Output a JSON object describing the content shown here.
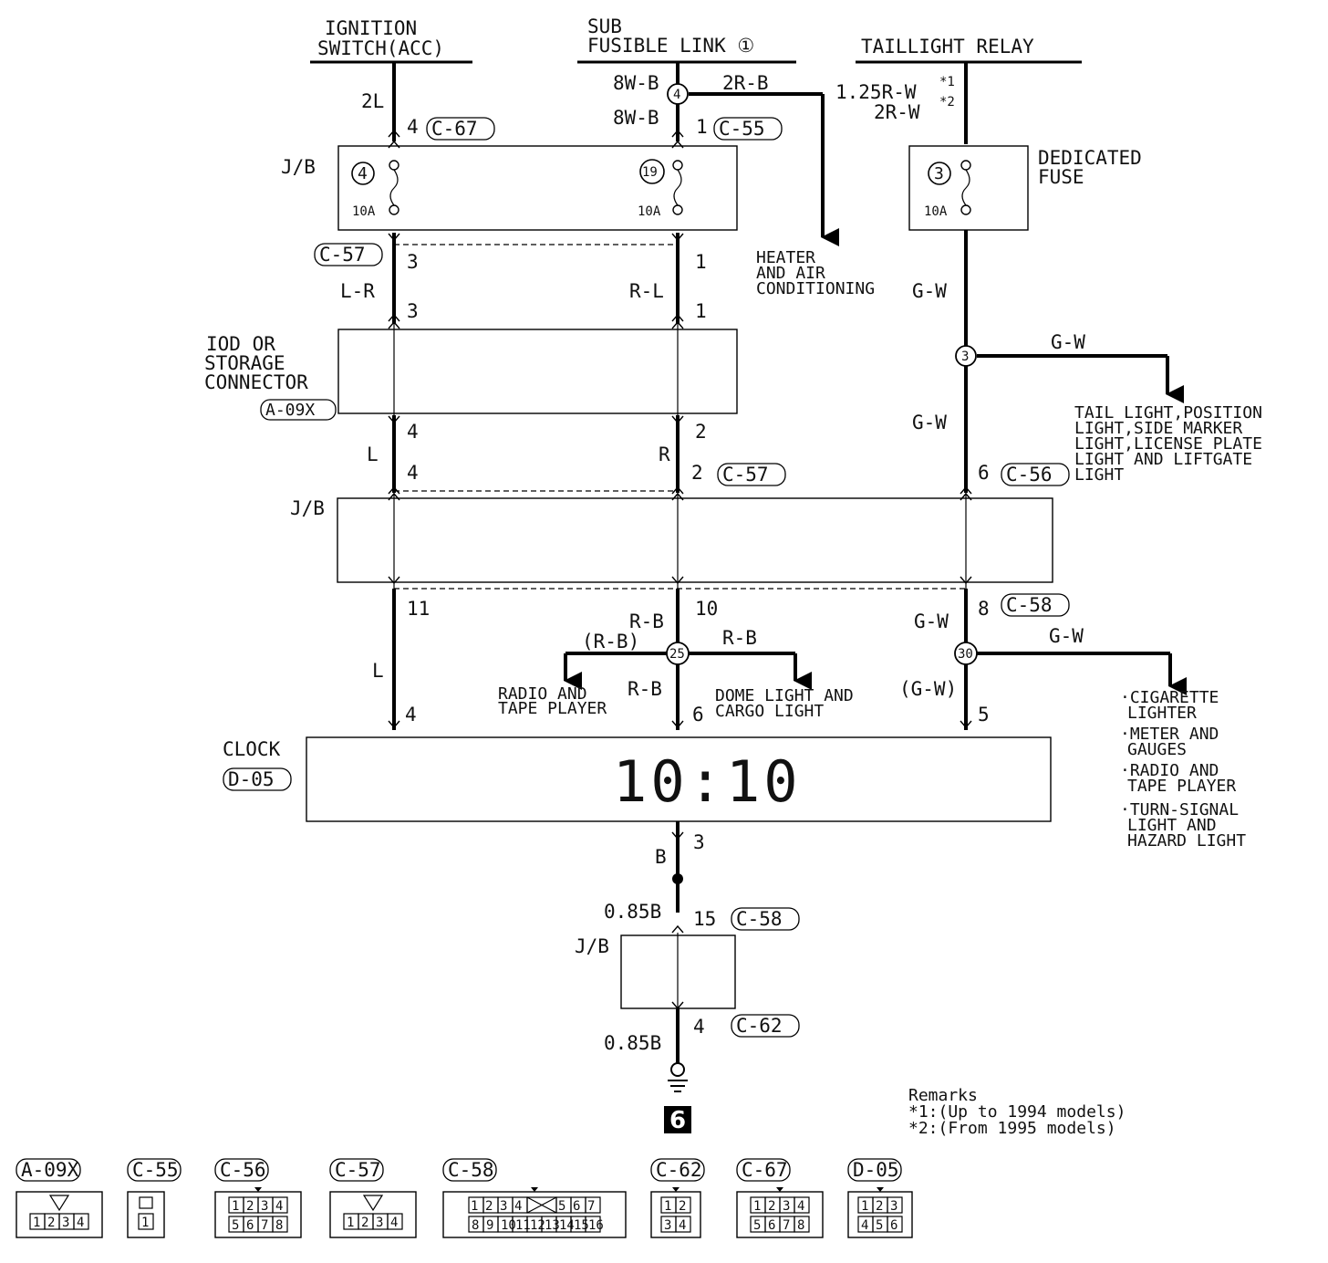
{
  "sources": {
    "ignition": [
      "IGNITION",
      "SWITCH(ACC)"
    ],
    "sub_fusible": [
      "SUB",
      "FUSIBLE LINK ①"
    ],
    "taillight": "TAILLIGHT RELAY"
  },
  "wires": {
    "w_2L": "2L",
    "w_8WB_top": "8W-B",
    "w_2RB": "2R-B",
    "w_8WB_bot": "8W-B",
    "w_125RW": "1.25R-W",
    "w_2RW": "2R-W",
    "star1": "*1",
    "star2": "*2",
    "w_LR": "L-R",
    "w_RL": "R-L",
    "w_GW1": "G-W",
    "w_GW2": "G-W",
    "w_GW_branch": "G-W",
    "w_L1": "L",
    "w_R": "R",
    "w_L2": "L",
    "w_RB_up": "R-B",
    "w_RB_paren": "(R-B)",
    "w_RB_right": "R-B",
    "w_RB_low": "R-B",
    "w_GW3": "G-W",
    "w_GW_paren": "(G-W)",
    "w_GW_branch2": "G-W",
    "w_B": "B",
    "w_085B_1": "0.85B",
    "w_085B_2": "0.85B"
  },
  "pins": {
    "p4_c67": "4",
    "p1_c55": "1",
    "p3a": "3",
    "p1a": "1",
    "p3b": "3",
    "p1b": "1",
    "p4a": "4",
    "p2a": "2",
    "p4b": "4",
    "p2b": "2",
    "p6a": "6",
    "p11": "11",
    "p10": "10",
    "p8": "8",
    "p4c": "4",
    "p6b": "6",
    "p5": "5",
    "p3c": "3",
    "p15": "15",
    "p4d": "4"
  },
  "connectors": {
    "c67": "C-67",
    "c55": "C-55",
    "c57a": "C-57",
    "a09x": "A-09X",
    "c57b": "C-57",
    "c56": "C-56",
    "c58a": "C-58",
    "d05": "D-05",
    "c58b": "C-58",
    "c62": "C-62"
  },
  "splices": {
    "s4": "4",
    "s3": "3",
    "s25": "25",
    "s30": "30"
  },
  "fuses": {
    "f4": "4",
    "f19": "19",
    "f3": "3",
    "f4_amp": "10A",
    "f19_amp": "10A",
    "f3_amp": "10A"
  },
  "blocks": {
    "jb1": "J/B",
    "jb2": "J/B",
    "jb3": "J/B",
    "dedicated_fuse": [
      "DEDICATED",
      "FUSE"
    ],
    "iod": [
      "IOD OR",
      "STORAGE",
      "CONNECTOR"
    ],
    "clock": "CLOCK",
    "clock_display": "10:10"
  },
  "destinations": {
    "heater": [
      "HEATER",
      "AND AIR",
      "CONDITIONING"
    ],
    "taillight_dest": [
      "TAIL LIGHT,POSITION",
      "LIGHT,SIDE MARKER",
      "LIGHT,LICENSE PLATE",
      "LIGHT AND LIFTGATE",
      "LIGHT"
    ],
    "radio": [
      "RADIO AND",
      "TAPE PLAYER"
    ],
    "dome": [
      "DOME LIGHT AND",
      "CARGO LIGHT"
    ],
    "acc_list": [
      "·CIGARETTE",
      "LIGHTER",
      "·METER AND",
      "GAUGES",
      "·RADIO AND",
      "TAPE PLAYER",
      "·TURN-SIGNAL",
      "LIGHT AND",
      "HAZARD LIGHT"
    ]
  },
  "ground": "6",
  "remarks": {
    "title": "Remarks",
    "r1": "*1:(Up to 1994 models)",
    "r2": "*2:(From 1995 models)"
  },
  "legend": {
    "a09x": {
      "label": "A-09X",
      "top": [],
      "bottom": [
        "1",
        "2",
        "3",
        "4"
      ]
    },
    "c55": {
      "label": "C-55",
      "top": [],
      "bottom": [
        "1"
      ]
    },
    "c56": {
      "label": "C-56",
      "top": [
        "1",
        "2",
        "3",
        "4"
      ],
      "bottom": [
        "5",
        "6",
        "7",
        "8"
      ]
    },
    "c57": {
      "label": "C-57",
      "top": [],
      "bottom": [
        "1",
        "2",
        "3",
        "4"
      ]
    },
    "c58": {
      "label": "C-58",
      "top": [
        "1",
        "2",
        "3",
        "4",
        "5",
        "6",
        "7"
      ],
      "bottom": [
        "8",
        "9",
        "10",
        "11",
        "12",
        "13",
        "14",
        "15",
        "16"
      ]
    },
    "c62": {
      "label": "C-62",
      "top": [
        "1",
        "2"
      ],
      "bottom": [
        "3",
        "4"
      ]
    },
    "c67": {
      "label": "C-67",
      "top": [
        "1",
        "2",
        "3",
        "4"
      ],
      "bottom": [
        "5",
        "6",
        "7",
        "8"
      ]
    },
    "d05": {
      "label": "D-05",
      "top": [
        "1",
        "2",
        "3"
      ],
      "bottom": [
        "4",
        "5",
        "6"
      ]
    }
  }
}
